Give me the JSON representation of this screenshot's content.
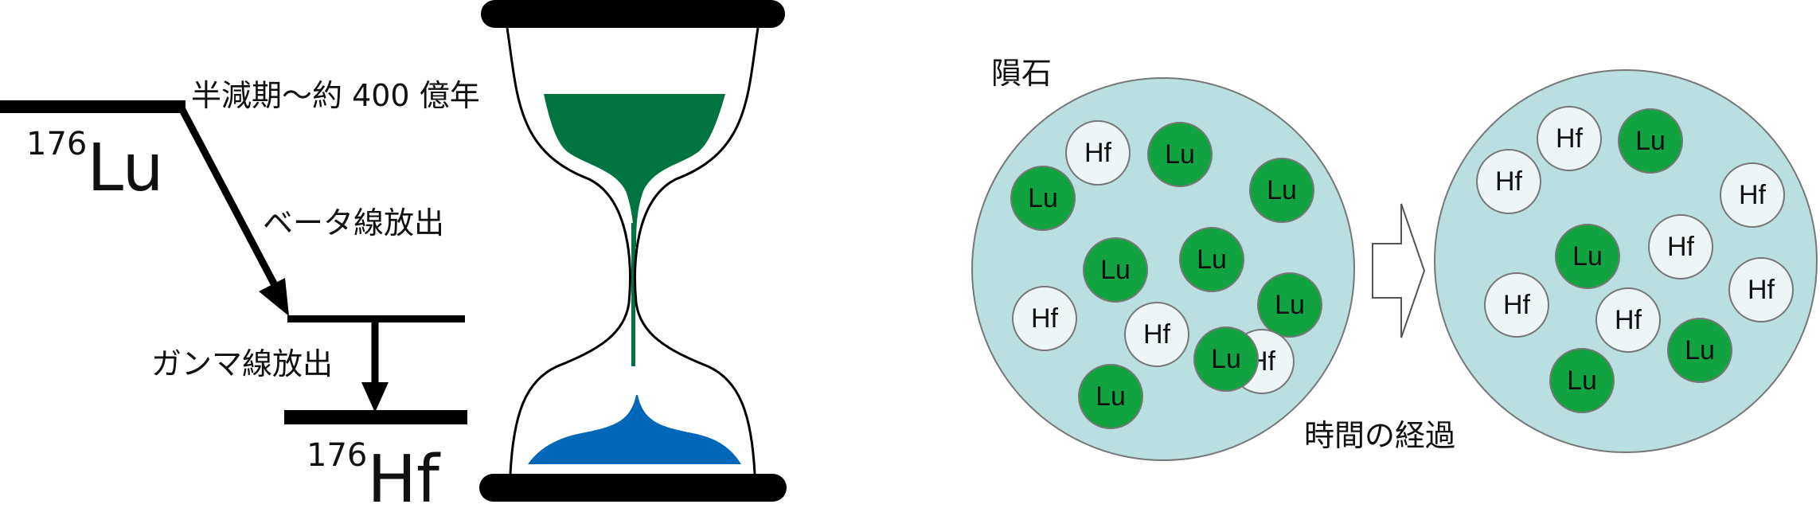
{
  "decay_scheme": {
    "parent_mass": "176",
    "parent_symbol": "Lu",
    "daughter_mass": "176",
    "daughter_symbol": "Hf",
    "half_life_label": "半減期〜約 400 億年",
    "beta_label": "ベータ線放出",
    "gamma_label": "ガンマ線放出"
  },
  "hourglass": {
    "top_sand_color": "#007440",
    "bottom_sand_color": "#0067B8",
    "frame_color": "#000000"
  },
  "meteorite": {
    "title": "隕石",
    "time_label": "時間の経過",
    "circle_color": "#B9DFE1",
    "lu_color": "#11A33F",
    "hf_color": "#EEF5F6",
    "lu_label": "Lu",
    "hf_label": "Hf",
    "before": [
      "Hf",
      "Lu",
      "Lu",
      "Lu",
      "Lu",
      "Lu",
      "Hf",
      "Hf",
      "Lu",
      "Hf",
      "Lu",
      "Lu"
    ],
    "after": [
      "Hf",
      "Lu",
      "Hf",
      "Hf",
      "Lu",
      "Hf",
      "Hf",
      "Hf",
      "Hf",
      "Lu",
      "Lu"
    ]
  }
}
